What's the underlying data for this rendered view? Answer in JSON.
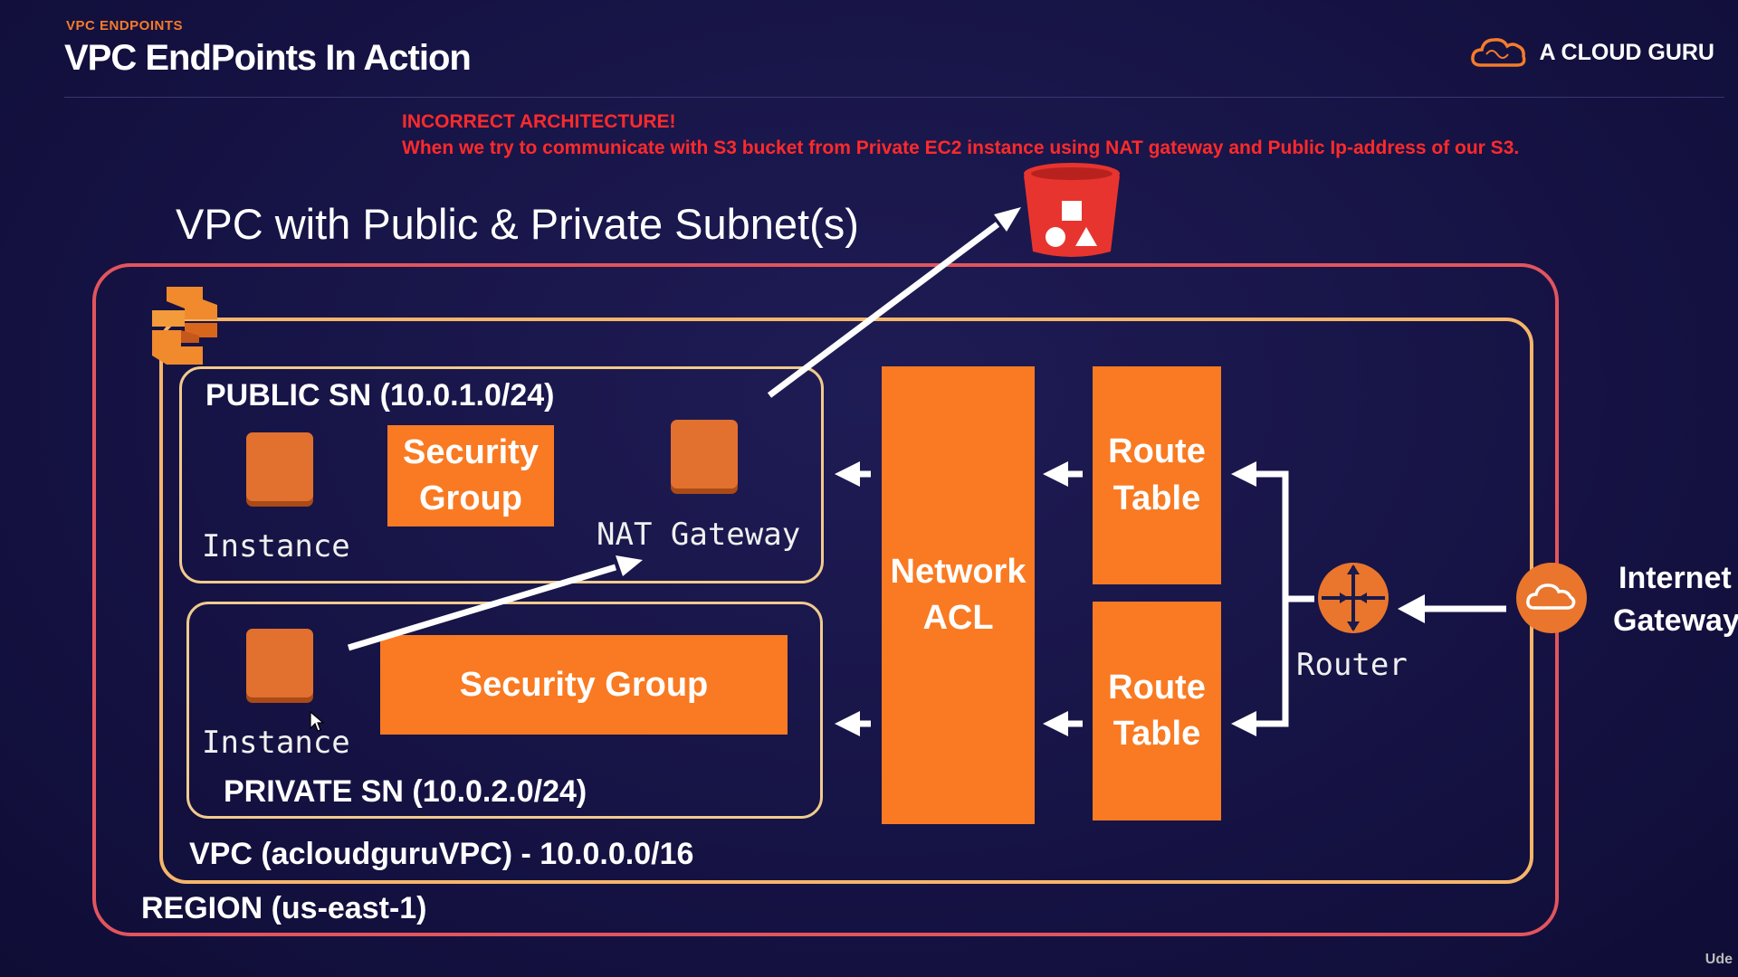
{
  "header": {
    "kicker": "VPC ENDPOINTS",
    "title": "VPC EndPoints In Action",
    "brand": "A CLOUD GURU"
  },
  "warning": {
    "line1": "INCORRECT ARCHITECTURE!",
    "line2": "When we try to communicate with S3 bucket from Private EC2 instance using NAT gateway and Public Ip-address of our S3.",
    "color": "#ff2a2a"
  },
  "diagram": {
    "heading": "VPC with Public & Private Subnet(s)",
    "public_subnet": {
      "label": "PUBLIC SN (10.0.1.0/24)",
      "instance_label": "Instance",
      "security_group_line1": "Security",
      "security_group_line2": "Group",
      "nat_label": "NAT Gateway"
    },
    "private_subnet": {
      "label": "PRIVATE SN (10.0.2.0/24)",
      "instance_label": "Instance",
      "security_group": "Security Group"
    },
    "nacl_line1": "Network",
    "nacl_line2": "ACL",
    "route_table_1_line1": "Route",
    "route_table_1_line2": "Table",
    "route_table_2_line1": "Route",
    "route_table_2_line2": "Table",
    "router_label": "Router",
    "igw_line1": "Internet",
    "igw_line2": "Gateway",
    "vpc_label": "VPC (acloudguruVPC) - 10.0.0.0/16",
    "region_label": "REGION (us-east-1)"
  },
  "colors": {
    "accent": "#f97a22",
    "region_border": "#e2555e",
    "vpc_border": "#f5b56a",
    "s3_red": "#e8342f"
  },
  "icons": [
    "cloud-brand-icon",
    "s3-bucket-icon",
    "vpc-icon",
    "router-icon",
    "internet-gateway-icon",
    "cursor-icon"
  ],
  "watermark": "Ude"
}
